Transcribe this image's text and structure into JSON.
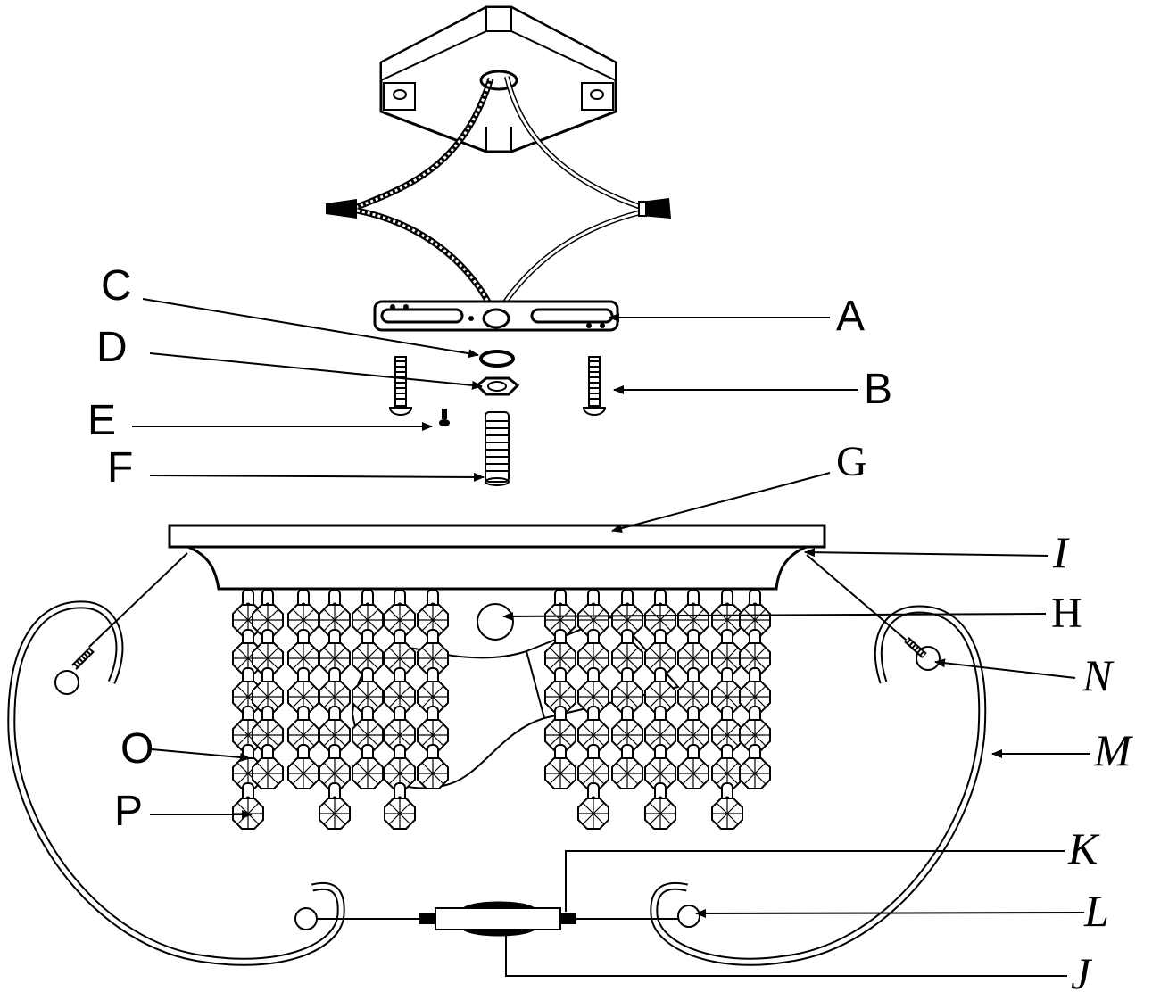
{
  "labels": {
    "A": "A",
    "B": "B",
    "C": "C",
    "D": "D",
    "E": "E",
    "F": "F",
    "G": "G",
    "H": "H",
    "I": "I",
    "J": "J",
    "K": "K",
    "L": "L",
    "M": "M",
    "N": "N",
    "O": "O",
    "P": "P"
  },
  "colors": {
    "line": "#000000",
    "background": "#ffffff"
  },
  "parts": {
    "canopy": "ceiling-canopy",
    "wire_connectors": "wire-nut-icon",
    "crystals": "octagon-crystal-icon"
  }
}
